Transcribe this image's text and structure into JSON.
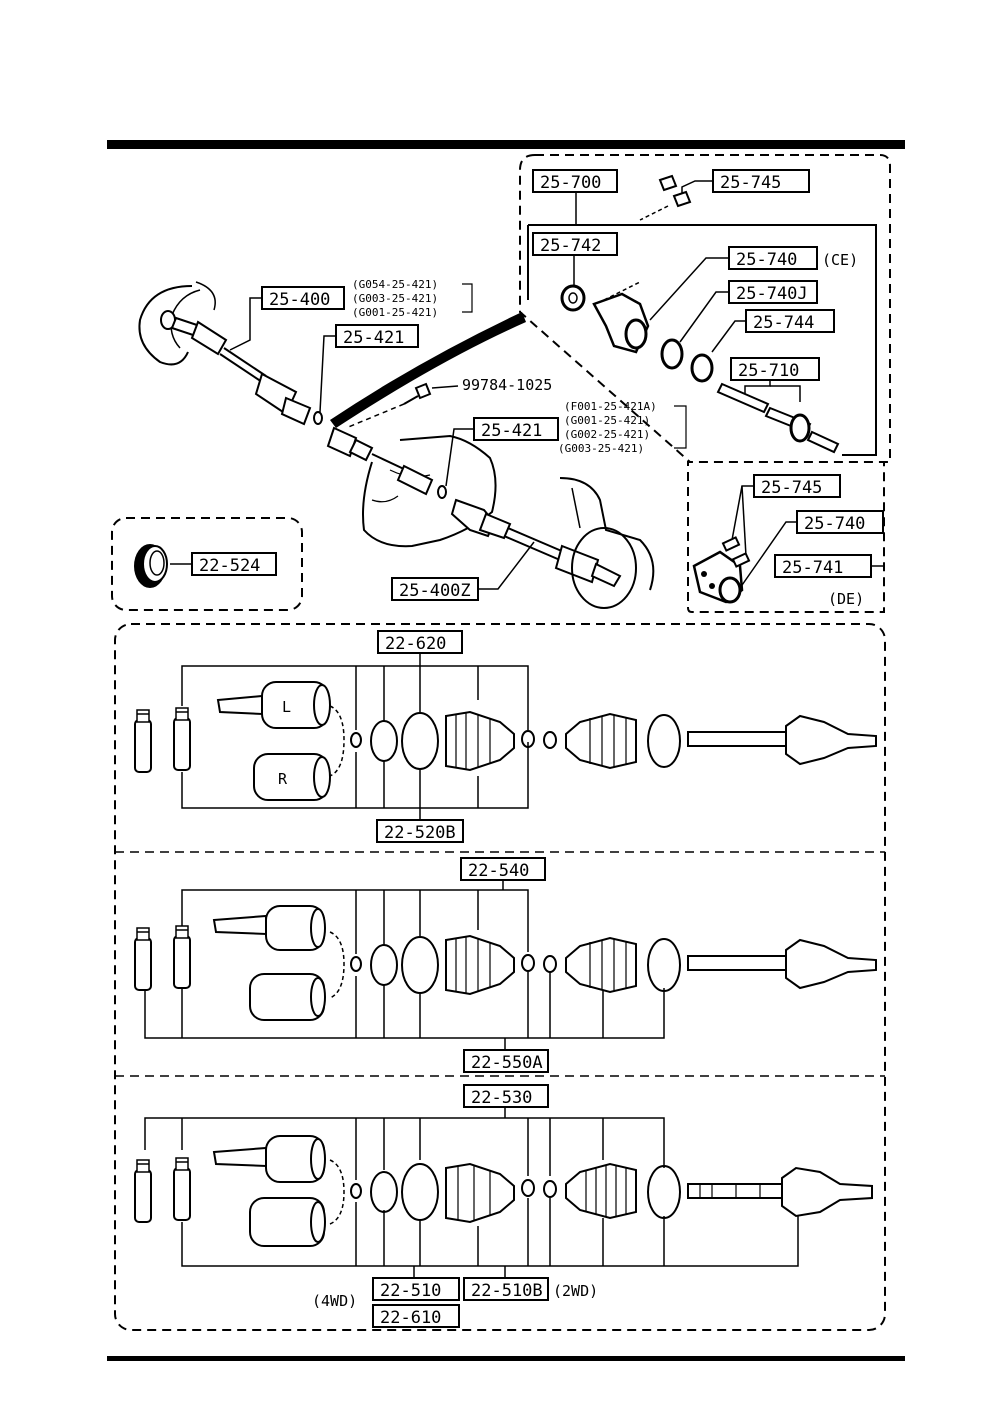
{
  "diagram": {
    "top_group": {
      "part_700": "25-700",
      "part_745_top": "25-745",
      "part_742": "25-742",
      "part_740_ce": "25-740",
      "note_ce": "(CE)",
      "part_740j": "25-740J",
      "part_744": "25-744",
      "part_710": "25-710"
    },
    "shaft_group": {
      "part_400": "25-400",
      "refs_400": [
        "(G054-25-421)",
        "(G003-25-421)",
        "(G001-25-421)"
      ],
      "part_421_a": "25-421",
      "bolt": "99784-1025",
      "part_421_b": "25-421",
      "refs_421": [
        "(F001-25-421A)",
        "(G001-25-421)",
        "(G002-25-421)",
        "(G003-25-421)"
      ],
      "part_400z": "25-400Z"
    },
    "de_group": {
      "part_745": "25-745",
      "part_740": "25-740",
      "part_741": "25-741",
      "note_de": "(DE)"
    },
    "seal_group": {
      "part_524": "22-524"
    },
    "kit_1": {
      "top": "22-620",
      "bottom": "22-520B",
      "joint_l": "L",
      "joint_r": "R"
    },
    "kit_2": {
      "top": "22-540",
      "bottom": "22-550A"
    },
    "kit_3": {
      "top": "22-530",
      "bottom_a": "22-510",
      "bottom_b": "22-510B",
      "bottom_c": "22-610",
      "note_4wd": "(4WD)",
      "note_2wd": "(2WD)"
    }
  }
}
